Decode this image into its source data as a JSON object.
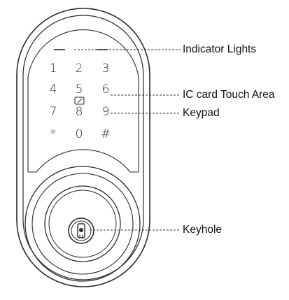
{
  "callouts": {
    "indicator_lights": "Indicator Lights",
    "ic_card_area": "IC card Touch Area",
    "keypad": "Keypad",
    "keyhole": "Keyhole"
  },
  "keypad": {
    "keys": [
      "1",
      "2",
      "3",
      "4",
      "5",
      "6",
      "7",
      "8",
      "9",
      "*",
      "0",
      "#"
    ]
  },
  "colors": {
    "outline": "#2a2a2a",
    "leader_line": "#333333",
    "background": "#ffffff"
  }
}
